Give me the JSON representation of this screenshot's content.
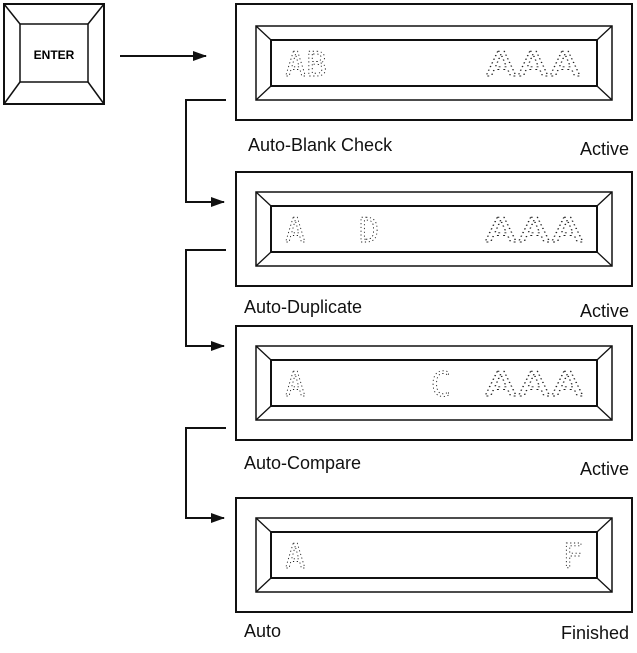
{
  "enter_key": {
    "label": "ENTER"
  },
  "colors": {
    "ink": "#111111",
    "paper": "#ffffff"
  },
  "panels": [
    {
      "display": {
        "left": "AB",
        "middle": "",
        "right": "AAA"
      },
      "caption_left": "Auto-Blank Check",
      "caption_right": "Active"
    },
    {
      "display": {
        "left": "A",
        "middle": "D",
        "right": "AAA"
      },
      "caption_left": "Auto-Duplicate",
      "caption_right": "Active"
    },
    {
      "display": {
        "left": "A",
        "middle": "C",
        "right": "AAA"
      },
      "caption_left": "Auto-Compare",
      "caption_right": "Active"
    },
    {
      "display": {
        "left": "A",
        "middle": "",
        "right": "F"
      },
      "caption_left": "Auto",
      "caption_right": "Finished"
    }
  ]
}
